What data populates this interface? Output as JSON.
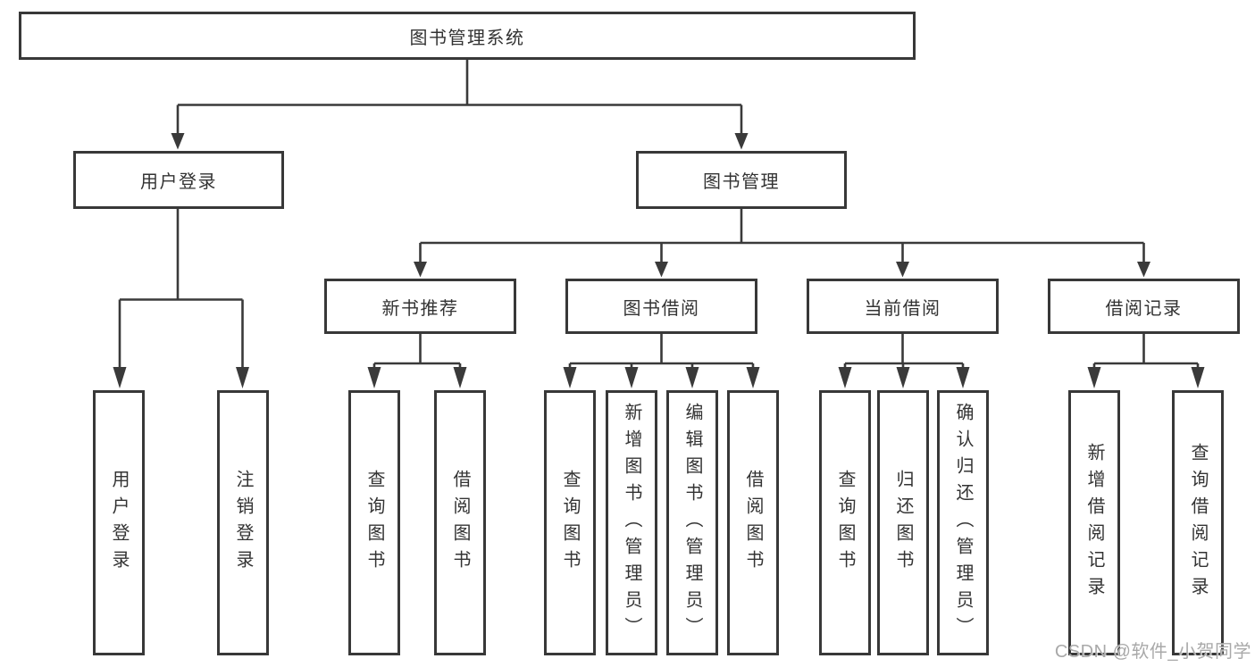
{
  "nodes": {
    "root": {
      "label": "图书管理系统"
    },
    "level2": [
      {
        "label": "用户登录"
      },
      {
        "label": "图书管理"
      }
    ],
    "level3": [
      {
        "label": "新书推荐",
        "parent": "图书管理"
      },
      {
        "label": "图书借阅",
        "parent": "图书管理"
      },
      {
        "label": "当前借阅",
        "parent": "图书管理"
      },
      {
        "label": "借阅记录",
        "parent": "图书管理"
      }
    ],
    "leaves": [
      {
        "label": "用户登录",
        "parent": "用户登录"
      },
      {
        "label": "注销登录",
        "parent": "用户登录"
      },
      {
        "label": "查询图书",
        "parent": "新书推荐"
      },
      {
        "label": "借阅图书",
        "parent": "新书推荐"
      },
      {
        "label": "查询图书",
        "parent": "图书借阅"
      },
      {
        "label": "新增图书（管理员）",
        "parent": "图书借阅"
      },
      {
        "label": "编辑图书（管理员）",
        "parent": "图书借阅"
      },
      {
        "label": "借阅图书",
        "parent": "图书借阅"
      },
      {
        "label": "查询图书",
        "parent": "当前借阅"
      },
      {
        "label": "归还图书",
        "parent": "当前借阅"
      },
      {
        "label": "确认归还（管理员）",
        "parent": "当前借阅"
      },
      {
        "label": "新增借阅记录",
        "parent": "借阅记录"
      },
      {
        "label": "查询借阅记录",
        "parent": "借阅记录"
      }
    ]
  },
  "watermark": {
    "text": "CSDN @软件_小贺同学"
  },
  "colors": {
    "line": "#3a3a3a",
    "text": "#333333",
    "watermark": "#a9a9a9",
    "background": "#ffffff"
  }
}
